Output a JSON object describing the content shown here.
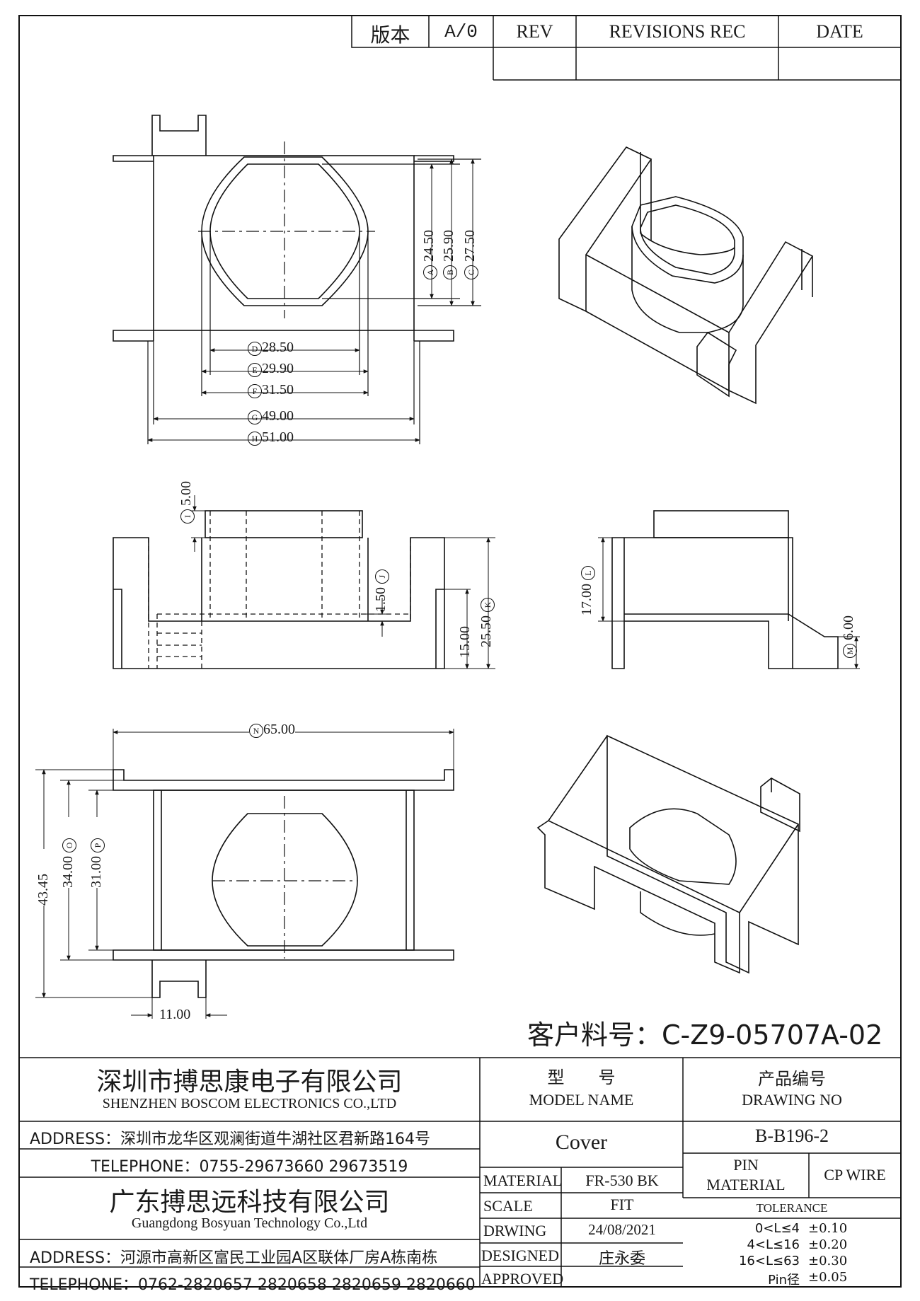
{
  "revision_block": {
    "version_label": "版本",
    "version_value": "A/0",
    "rev_label": "REV",
    "revisions_label": "REVISIONS REC",
    "date_label": "DATE"
  },
  "dimensions": {
    "top_view": {
      "A": "24.50",
      "B": "25.90",
      "C": "27.50",
      "D": "28.50",
      "E": "29.90",
      "F": "31.50",
      "G": "49.00",
      "H": "51.00"
    },
    "front_view": {
      "I": "5.00",
      "J": "1.50",
      "K": "25.50",
      "height_base": "15.00"
    },
    "side_view": {
      "L": "17.00",
      "M": "6.00"
    },
    "bottom_view": {
      "N": "65.00",
      "overall_height": "43.45",
      "O": "34.00",
      "P": "31.00",
      "pin_width": "11.00"
    },
    "markers": [
      "A",
      "B",
      "C",
      "D",
      "E",
      "F",
      "G",
      "H",
      "I",
      "J",
      "K",
      "L",
      "M",
      "N",
      "O",
      "P"
    ]
  },
  "customer_part": "客户料号：C-Z9-05707A-02",
  "title_block": {
    "company1_cn": "深圳市搏思康电子有限公司",
    "company1_en": "SHENZHEN BOSCOM ELECTRONICS CO.,LTD",
    "address1": "ADDRESS：深圳市龙华区观澜街道牛湖社区君新路164号",
    "telephone1": "TELEPHONE：0755-29673660 29673519",
    "company2_cn": "广东搏思远科技有限公司",
    "company2_en": "Guangdong Bosyuan Technology Co.,Ltd",
    "address2": "ADDRESS：河源市高新区富民工业园A区联体厂房A栋南栋",
    "telephone2": "TELEPHONE：0762-2820657 2820658 2820659 2820660",
    "model_label_cn": "型　　号",
    "model_label_en": "MODEL NAME",
    "drawing_label_cn": "产品编号",
    "drawing_label_en": "DRAWING NO",
    "model_name": "Cover",
    "drawing_no": "B-B196-2",
    "material_label": "MATERIAL",
    "material_value": "FR-530 BK",
    "scale_label": "SCALE",
    "scale_value": "FIT",
    "drawing_row_label": "DRWING",
    "drawing_date": "24/08/2021",
    "designed_label": "DESIGNED",
    "designed_value": "庄永委",
    "approved_label": "APPROVED",
    "approved_value": "",
    "pin_material_label_1": "PIN",
    "pin_material_label_2": "MATERIAL",
    "pin_material_value": "CP WIRE",
    "tolerance_label": "TOLERANCE",
    "tolerance_rows": [
      {
        "range": "0<L≤4",
        "value": "±0.10"
      },
      {
        "range": "4<L≤16",
        "value": "±0.20"
      },
      {
        "range": "16<L≤63",
        "value": "±0.30"
      },
      {
        "range": "Pin径",
        "value": "±0.05"
      }
    ]
  }
}
